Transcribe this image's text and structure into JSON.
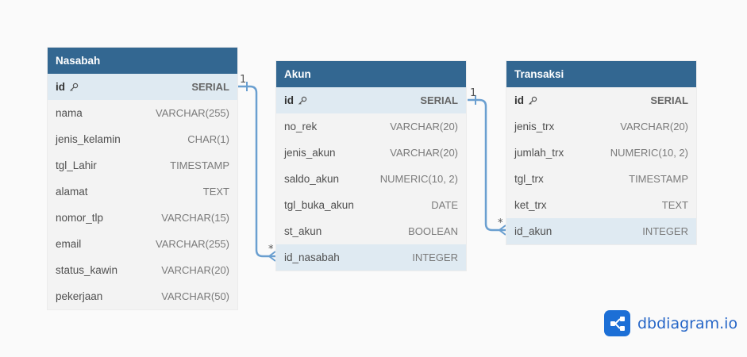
{
  "tables": {
    "nasabah": {
      "title": "Nasabah",
      "fields": [
        {
          "name": "id",
          "type": "SERIAL"
        },
        {
          "name": "nama",
          "type": "VARCHAR(255)"
        },
        {
          "name": "jenis_kelamin",
          "type": "CHAR(1)"
        },
        {
          "name": "tgl_Lahir",
          "type": "TIMESTAMP"
        },
        {
          "name": "alamat",
          "type": "TEXT"
        },
        {
          "name": "nomor_tlp",
          "type": "VARCHAR(15)"
        },
        {
          "name": "email",
          "type": "VARCHAR(255)"
        },
        {
          "name": "status_kawin",
          "type": "VARCHAR(20)"
        },
        {
          "name": "pekerjaan",
          "type": "VARCHAR(50)"
        }
      ]
    },
    "akun": {
      "title": "Akun",
      "fields": [
        {
          "name": "id",
          "type": "SERIAL"
        },
        {
          "name": "no_rek",
          "type": "VARCHAR(20)"
        },
        {
          "name": "jenis_akun",
          "type": "VARCHAR(20)"
        },
        {
          "name": "saldo_akun",
          "type": "NUMERIC(10, 2)"
        },
        {
          "name": "tgl_buka_akun",
          "type": "DATE"
        },
        {
          "name": "st_akun",
          "type": "BOOLEAN"
        },
        {
          "name": "id_nasabah",
          "type": "INTEGER"
        }
      ]
    },
    "transaksi": {
      "title": "Transaksi",
      "fields": [
        {
          "name": "id",
          "type": "SERIAL"
        },
        {
          "name": "jenis_trx",
          "type": "VARCHAR(20)"
        },
        {
          "name": "jumlah_trx",
          "type": "NUMERIC(10, 2)"
        },
        {
          "name": "tgl_trx",
          "type": "TIMESTAMP"
        },
        {
          "name": "ket_trx",
          "type": "TEXT"
        },
        {
          "name": "id_akun",
          "type": "INTEGER"
        }
      ]
    }
  },
  "relations": {
    "nasabah_akun": {
      "from_card": "1",
      "to_card": "*"
    },
    "akun_transaksi": {
      "from_card": "1",
      "to_card": "*"
    }
  },
  "colors": {
    "header": "#336791",
    "link": "#6a9fd0",
    "highlight_row": "#dfeaf2",
    "brand": "#2666c7"
  },
  "icons": {
    "primary_key": "key-icon",
    "brand": "dbdiagram-logo-icon"
  },
  "brand": {
    "name": "dbdiagram.io"
  }
}
